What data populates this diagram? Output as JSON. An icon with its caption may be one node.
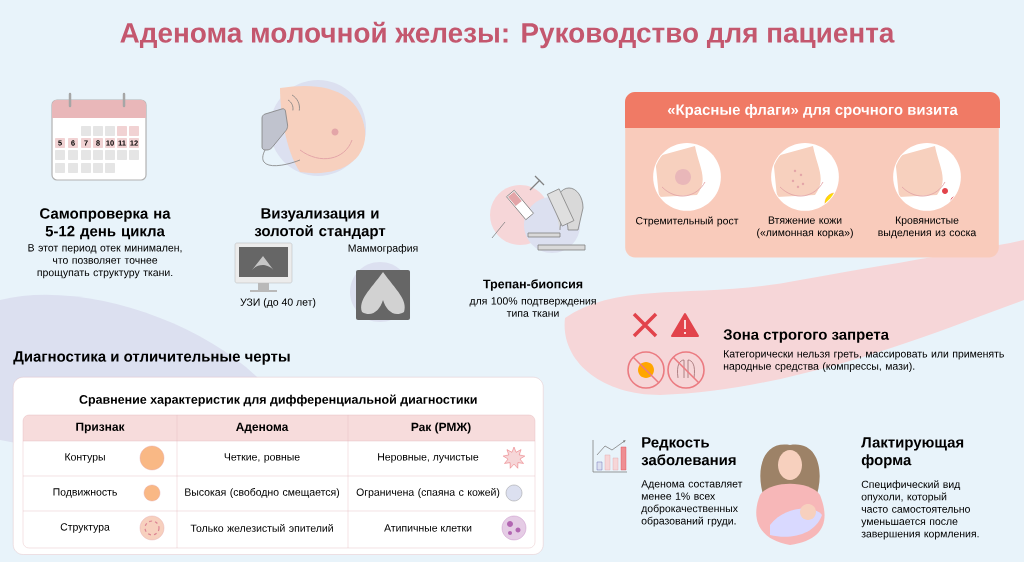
{
  "diagram": {
    "title": "Аденома молочной железы: Руководство для пациента",
    "nodes": [
      {
        "text": [
          "«Красные флаги» для срочного визита"
        ]
      },
      {
        "text": [
          "Стремительный рост"
        ],
        "in": 0
      },
      {
        "text": [
          "Втяжение кожи («лимонная корка»)"
        ],
        "in": 0
      },
      {
        "text": [
          "Кровянистые выделения из соска"
        ],
        "in": 0
      },
      {
        "text": [
          "Сравнение характеристик для дифференциальной диагностики"
        ]
      }
    ],
    "edges": [],
    "labels": [
      "5",
      "6",
      "7",
      "8",
      "10",
      "11",
      "12",
      "Самопроверка на 5-12 день цикла",
      "В этот период отек минимален, что позволяет точнее прощупать структуру ткани.",
      "Визуализация и золотой стандарт",
      "Маммография",
      "УЗИ (до 40 лет)",
      "Трепан-биопсия",
      "для 100% подтверждения типа ткани",
      "Зона строгого запрета",
      "Категорически нельзя греть, массировать или применять народные средства (компрессы, мази).",
      "Диагностика и отличительные черты",
      "Признак",
      "Аденома",
      "Рак (РМЖ)",
      "Контуры",
      "Четкие, ровные",
      "Неровные, лучистые",
      "Подвижность",
      "Высокая (свободно смещается)",
      "Ограничена (спаяна с кожей)",
      "Структура",
      "Только железистый эпителий",
      "Атипичные клетки",
      "Редкость заболевания",
      "Аденома составляет менее 1% всех доброкачественных образований груди.",
      "Лактирующая форма",
      "Специфический вид опухоли, который часто самостоятельно уменьшается после завершения кормления."
    ]
  }
}
